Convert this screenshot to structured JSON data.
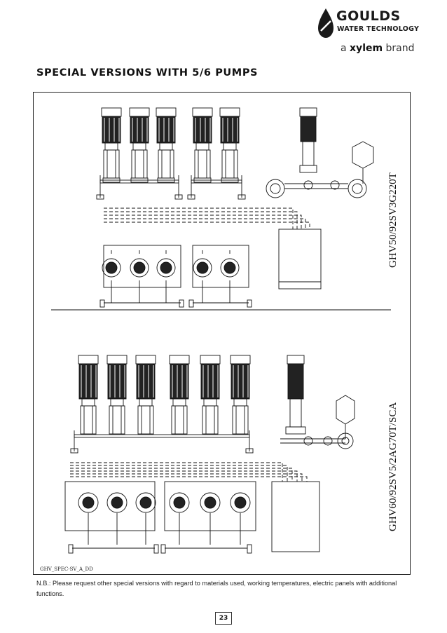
{
  "brand": {
    "name": "GOULDS",
    "subtitle": "WATER TECHNOLOGY",
    "tagline_prefix": "a ",
    "tagline_brand": "xylem",
    "tagline_suffix": " brand"
  },
  "page_title": "SPECIAL VERSIONS WITH 5/6 PUMPS",
  "drawings": [
    {
      "model": "GHV50/92SV3G220T",
      "pumps": 5
    },
    {
      "model": "GHV60/92SV5/2AG70T/SCA",
      "pumps": 6
    }
  ],
  "drawing_code": "GHV_SPEC-SV_A_DD",
  "note": "N.B.: Please request other special versions with regard to materials used, working temperatures, electric panels with additional functions.",
  "page_number": "23"
}
